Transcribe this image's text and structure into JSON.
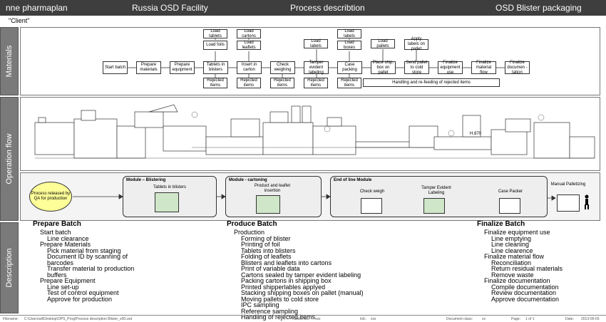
{
  "header": {
    "logo": "nne pharmaplan",
    "facility": "Russia OSD Facility",
    "process": "Process describtion",
    "product": "OSD Blister packaging"
  },
  "client": "\"Client\"",
  "sections": {
    "materials": "Materials",
    "operation": "Operation flow",
    "description": "Description"
  },
  "materials": {
    "steps": [
      "Start batch",
      "Prepare materials",
      "Prepare equipment",
      "Tablets in blisters",
      "Insert in carton",
      "Check weighing",
      "Tamper evident labeling",
      "Case packing",
      "Place ship. box on pallet",
      "Send pallet to cold store",
      "Finalize equipment use",
      "Finalize material flow",
      "Finalize documen -tation"
    ],
    "loads": [
      "Load tablets",
      "Load foils",
      "Load cartons",
      "Load leaflets",
      "Load labels",
      "Load labels",
      "Load boxes",
      "Load pallets",
      "Apply labels on pallet"
    ],
    "rejected": [
      "Rejected items",
      "Rejected items",
      "Rejected items",
      "Rejected items",
      "Rejected items"
    ],
    "handling": "Handling and re-feeding of rejected items"
  },
  "machine": {
    "dimension": "H.870"
  },
  "flow": {
    "start": "Process released by QA for production",
    "module_blistering": "Module – Blistering",
    "tablets_in_blisters": "Tablets in blisters",
    "module_cartoning": "Module - cartoning",
    "product_leaflet": "Product and leaflet insertion",
    "end_of_line": "End of line Module",
    "check_weigh": "Check weigh",
    "tamper": "Tamper Evident Labeling",
    "case_packer": "Case Packer",
    "manual_pall": "Manual Palletizing"
  },
  "description": {
    "col1": {
      "title": "Prepare Batch",
      "lines": [
        "Start batch",
        "Line clearance",
        "Prepare Materials",
        "Pick material from staging",
        "Document ID by scanning of",
        "barcodes",
        "Transfer material to production",
        "buffers",
        "Prepare Equipment",
        "Line set-up",
        "Test of control equipment",
        "Approve for production"
      ]
    },
    "col2": {
      "title": "Produce Batch",
      "lines": [
        "Production",
        "Forming of blister",
        "Printing of foil",
        "Tablets into blisters",
        "Folding of leaflets",
        "Blisters and leaflets into cartons",
        "Print of variable data",
        "Cartons sealed by tamper evident labeling",
        "Packing cartons in shipping box",
        "Printed shipperlables applyed",
        "Stacking shipping boxes on pallet (manual)",
        "Moving pallets to cold store",
        "IPC sampling",
        "Reference sampling",
        "Handling of rejected items"
      ]
    },
    "col3": {
      "title": "Finalize Batch",
      "lines": [
        "Finalize equipment use",
        "Line emptying",
        "Line cleaning",
        "Line clearence",
        "Finalize material flow",
        "Reconciliation",
        "Return residual materials",
        "Remove waste",
        "Finalize documentation",
        "Compile documentation",
        "Review documentation",
        "Approve documentation"
      ]
    }
  },
  "footer": {
    "filename_label": "Filename:",
    "filename": "C:\\Users\\all\\Desktop\\OPS_Prog\\Process description Blister_v00.vsd",
    "order_label": "Order no.:",
    "order": "xxx",
    "init_label": "Init.:",
    "init": "xxx",
    "doc_label": "Document class:",
    "doc": "xx",
    "page_label": "Page:",
    "page": "1 of 1",
    "date_label": "Date:",
    "date": "2013-06-03"
  },
  "colors": {
    "header": "#3e3e3e",
    "sideband": "#7a7a7a",
    "start_node": "#ffff99",
    "module_bg": "#eeeeee"
  }
}
